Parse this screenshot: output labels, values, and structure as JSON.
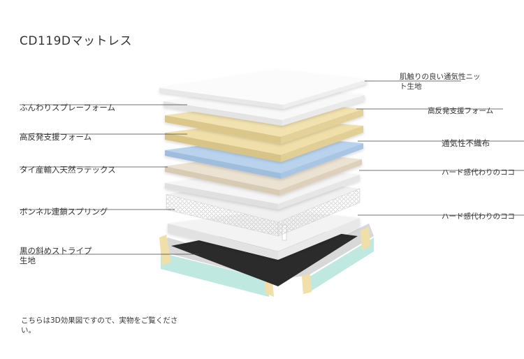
{
  "title": "CD119Dマットレス",
  "left_labels": [
    {
      "id": "funwari",
      "lines": [
        "ふんわりスプレーフォーム"
      ]
    },
    {
      "id": "high-res-left",
      "lines": [
        "高反発支援フォーム"
      ]
    },
    {
      "id": "latex",
      "lines": [
        "タイ産輸入天然ラテックス"
      ]
    },
    {
      "id": "bonnell",
      "lines": [
        "ボンネル連鎖スプリング"
      ]
    },
    {
      "id": "stripe",
      "lines": [
        "黒の斜めストライプ",
        "生地"
      ]
    }
  ],
  "right_labels": [
    {
      "id": "knit",
      "lines": [
        "肌触りの良い通気性ニッ",
        "ト生地"
      ]
    },
    {
      "id": "high-res-right",
      "lines": [
        "高反発支援フォーム"
      ]
    },
    {
      "id": "nonwoven",
      "lines": [
        "通気性不織布"
      ]
    },
    {
      "id": "coconut-1",
      "lines": [
        "ハード感代わりのココ"
      ]
    },
    {
      "id": "coconut-2",
      "lines": [
        "ハード感代わりのココ"
      ]
    }
  ],
  "note": "こちらは3D効果図ですので、実物をご覧ください。",
  "colors": {
    "white_layer": "#f7f7f7",
    "foam_yellow": "#f0dfa8",
    "blue_layer": "#b9d3ee",
    "latex_beige": "#e9ddc9",
    "spring_gray": "#e6e6e6",
    "black_fabric": "#2b2b2b",
    "mint_side": "#bfe8e0",
    "line": "#444444"
  }
}
